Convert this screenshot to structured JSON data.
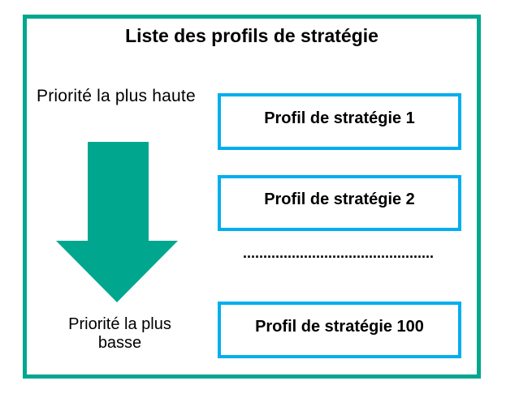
{
  "diagram": {
    "title": "Liste des profils de stratégie",
    "priority_high_label": "Priorité la plus haute",
    "priority_low_label_line1": "Priorité la plus",
    "priority_low_label_line2": "basse",
    "profiles": [
      {
        "label": "Profil de stratégie 1"
      },
      {
        "label": "Profil de stratégie 2"
      },
      {
        "label": "Profil de stratégie 100"
      }
    ],
    "ellipsis": "...............................................",
    "icons": {
      "down_arrow": "down-arrow-icon"
    },
    "colors": {
      "frame_border": "#00A78E",
      "arrow_fill": "#00A78E",
      "profile_box_border": "#00AEEF",
      "text": "#000000",
      "background": "#FFFFFF"
    }
  }
}
